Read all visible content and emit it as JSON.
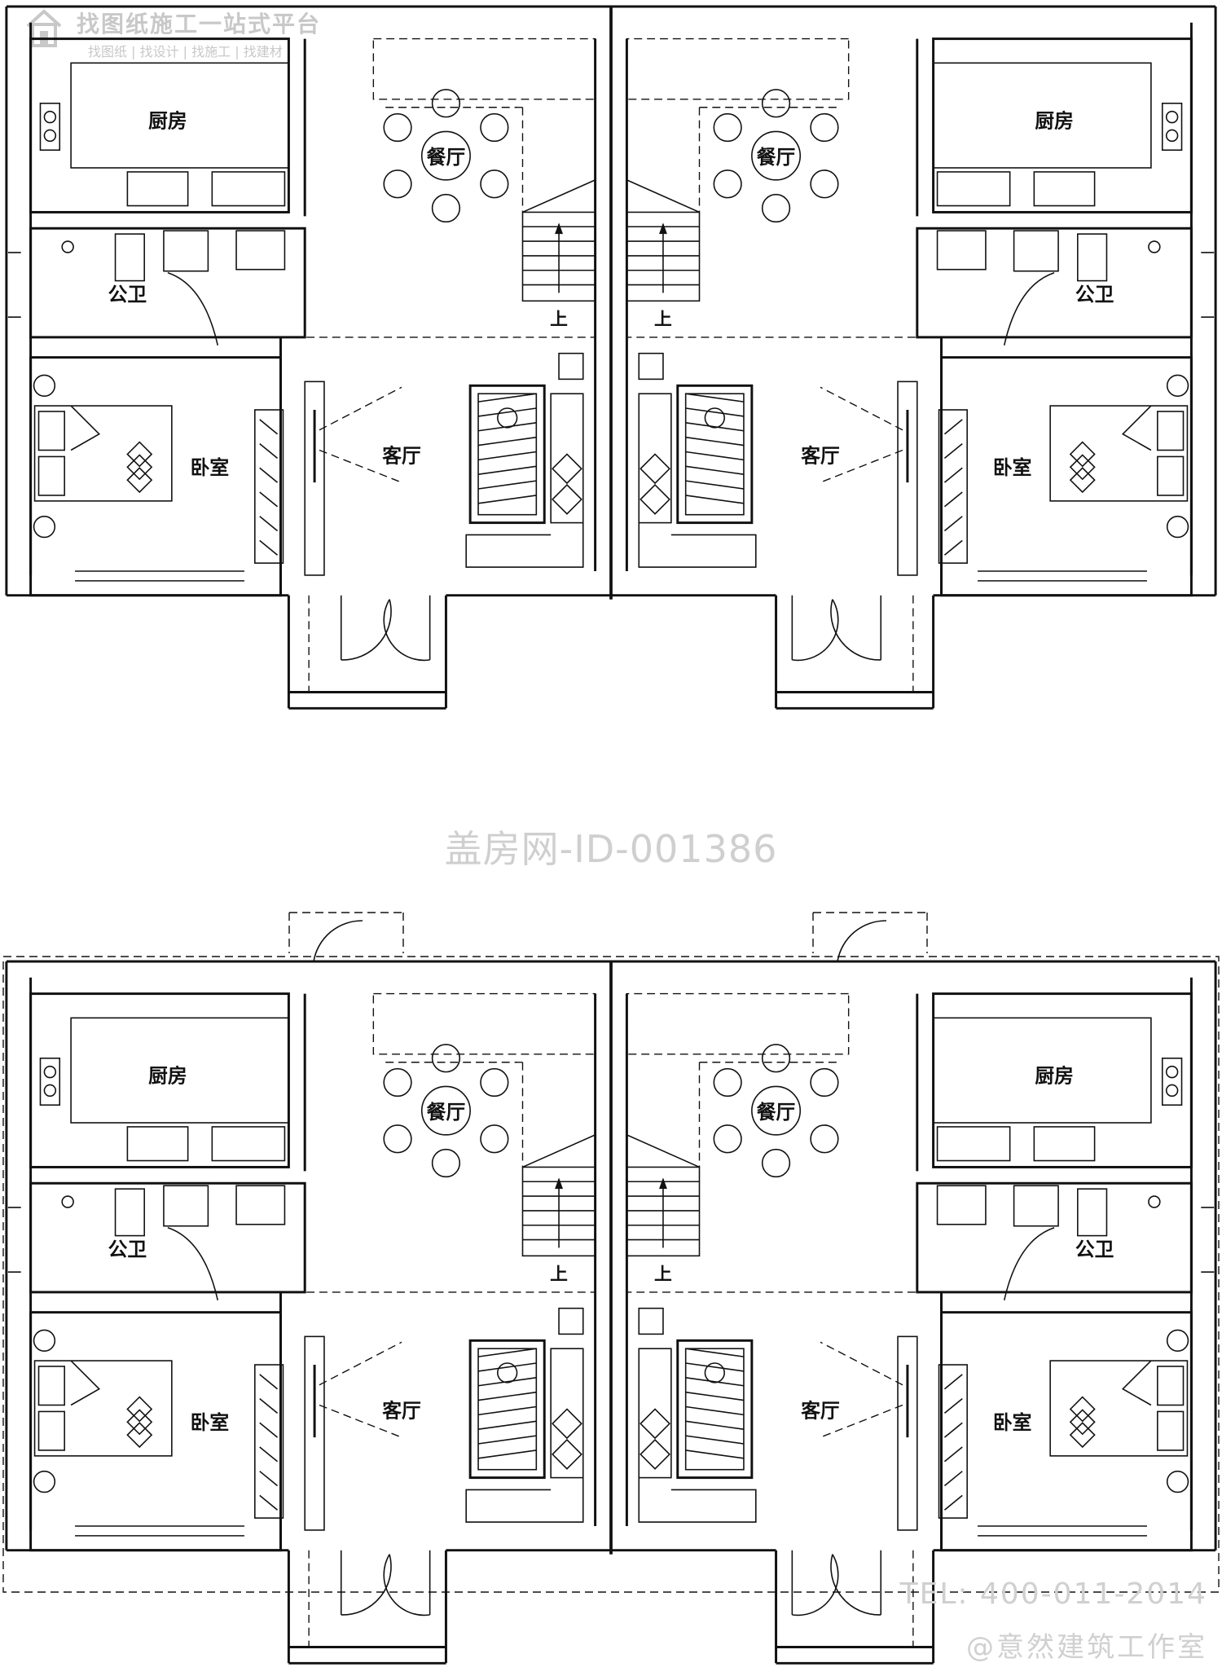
{
  "watermark": {
    "logo_title": "找图纸施工一站式平台",
    "logo_subtitle": "找图纸 | 找设计 | 找施工 | 找建材",
    "design_id": "盖房网-ID-001386",
    "tel": "TEL: 400-011-2014",
    "studio": "@意然建筑工作室"
  },
  "labels": {
    "kitchen": "厨房",
    "dining": "餐厅",
    "bathroom": "公卫",
    "bedroom": "卧室",
    "living": "客厅",
    "up": "上"
  },
  "colors": {
    "line": "#111111",
    "watermark": "#c8c8c8",
    "background": "#ffffff"
  }
}
